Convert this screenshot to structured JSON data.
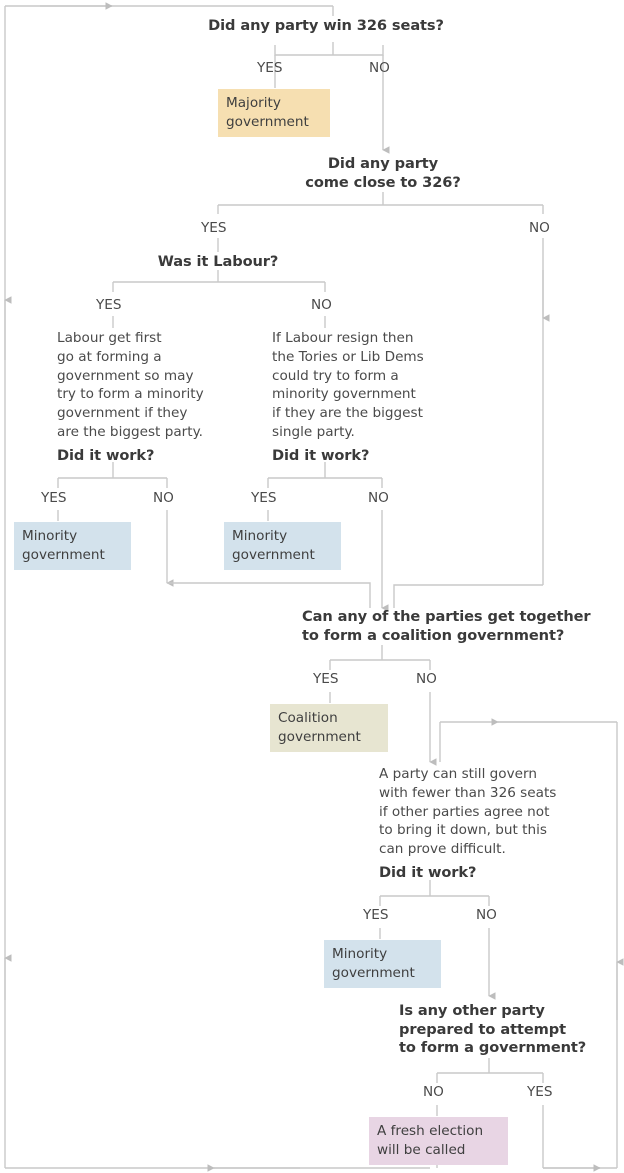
{
  "title": "UK hung parliament decision flowchart",
  "theme": {
    "line": "#bdbdbd",
    "text_bold": "#3a3a3a",
    "text_body": "#4a4a4a",
    "majority_bg": "#f6dfb1",
    "minority_bg": "#d3e2ec",
    "coalition_bg": "#e7e5d1",
    "election_bg": "#e8d5e4",
    "background": "#ffffff"
  },
  "labels": {
    "yes": "YES",
    "no": "NO"
  },
  "questions": {
    "q1": "Did any party win 326 seats?",
    "q2": "Did any party\ncome close to 326?",
    "q3": "Was it Labour?",
    "q4_left": "Did it work?",
    "q4_right": "Did it work?",
    "q5": "Can any of the parties get together\nto form a coalition government?",
    "q6": "Did it work?",
    "q7": "Is any other party\nprepared to attempt\nto form a government?"
  },
  "paragraphs": {
    "labour_yes": "Labour get first\ngo at forming a\ngovernment so may\ntry to form a minority\ngovernment if they\nare the biggest party.",
    "labour_no": "If Labour resign then\nthe Tories or Lib Dems\ncould try to form a\nminority government\nif they are the biggest\nsingle party.",
    "still_govern": "A party can still govern\nwith fewer than 326 seats\nif other parties agree not\nto bring it down, but this\ncan prove difficult."
  },
  "outcomes": {
    "majority": "Majority\ngovernment",
    "minority_a": "Minority\ngovernment",
    "minority_b": "Minority\ngovernment",
    "minority_c": "Minority\ngovernment",
    "coalition": "Coalition\ngovernment",
    "fresh_election": "A fresh election\nwill be called"
  },
  "branch_labels": {
    "q1_yes": "YES",
    "q1_no": "NO",
    "q2_yes": "YES",
    "q2_no": "NO",
    "q3_yes": "YES",
    "q3_no": "NO",
    "q4l_yes": "YES",
    "q4l_no": "NO",
    "q4r_yes": "YES",
    "q4r_no": "NO",
    "q5_yes": "YES",
    "q5_no": "NO",
    "q6_yes": "YES",
    "q6_no": "NO",
    "q7_no": "NO",
    "q7_yes": "YES"
  }
}
